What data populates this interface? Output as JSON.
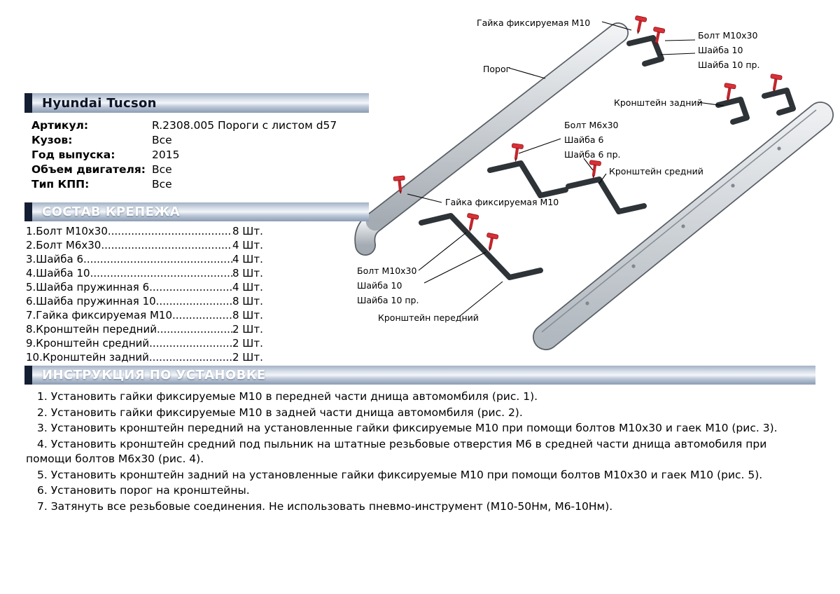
{
  "header": {
    "title": "Hyundai Tucson"
  },
  "info": {
    "rows": [
      {
        "label": "Артикул:",
        "value": "R.2308.005 Пороги с листом d57"
      },
      {
        "label": "Кузов:",
        "value": "Все"
      },
      {
        "label": "Год выпуска:",
        "value": "2015"
      },
      {
        "label": "Объем двигателя:",
        "value": "Все"
      },
      {
        "label": "Тип КПП:",
        "value": "Все"
      }
    ]
  },
  "parts": {
    "section_title": "СОСТАВ КРЕПЕЖА",
    "leader_dots": "............................................................",
    "items": [
      {
        "name": "1.Болт М10х30",
        "qty": "8 Шт."
      },
      {
        "name": "2.Болт М6х30",
        "qty": "4 Шт."
      },
      {
        "name": "3.Шайба 6",
        "qty": "4 Шт."
      },
      {
        "name": "4.Шайба 10",
        "qty": "8 Шт."
      },
      {
        "name": "5.Шайба пружинная 6",
        "qty": "4 Шт."
      },
      {
        "name": "6.Шайба пружинная 10",
        "qty": "8 Шт."
      },
      {
        "name": "7.Гайка фиксируемая М10",
        "qty": "8 Шт."
      },
      {
        "name": "8.Кронштейн передний",
        "qty": "2 Шт."
      },
      {
        "name": "9.Кронштейн средний",
        "qty": "2 Шт."
      },
      {
        "name": "10.Кронштейн задний",
        "qty": "2 Шт."
      }
    ]
  },
  "diagram": {
    "labels": {
      "nut_top": "Гайка фиксируемая М10",
      "bolt_rear_1": "Болт М10х30",
      "bolt_rear_2": "Шайба 10",
      "bolt_rear_3": "Шайба 10 пр.",
      "sill": "Порог",
      "bracket_rear": "Кронштейн задний",
      "bolt_mid_1": "Болт М6х30",
      "bolt_mid_2": "Шайба 6",
      "bolt_mid_3": "Шайба 6 пр.",
      "bracket_middle": "Кронштейн средний",
      "nut_middle": "Гайка фиксируемая М10",
      "bolt_front_1": "Болт М10х30",
      "bolt_front_2": "Шайба 10",
      "bolt_front_3": "Шайба 10 пр.",
      "bracket_front": "Кронштейн передний"
    }
  },
  "instructions": {
    "section_title": "ИНСТРУКЦИЯ ПО УСТАНОВКЕ",
    "steps": [
      "1. Установить гайки фиксируемые М10 в передней части днища автомомбиля (рис. 1).",
      "2. Установить гайки фиксируемые М10 в задней части днища автомомбиля (рис. 2).",
      "3. Установить кронштейн передний на установленные гайки фиксируемые М10 при помощи болтов М10х30 и гаек М10 (рис. 3).",
      "4. Установить кронштейн средний под пыльник на штатные резьбовые отверстия М6 в средней части днища автомобиля при помощи болтов М6х30 (рис. 4).",
      "5. Установить кронштейн задний на установленные гайки фиксируемые М10 при помощи болтов М10х30 и гаек М10 (рис. 5).",
      "6. Установить порог на кронштейны.",
      "7. Затянуть все резьбовые соединения. Не использовать пневмо-инструмент (М10-50Нм, М6-10Нм)."
    ]
  }
}
